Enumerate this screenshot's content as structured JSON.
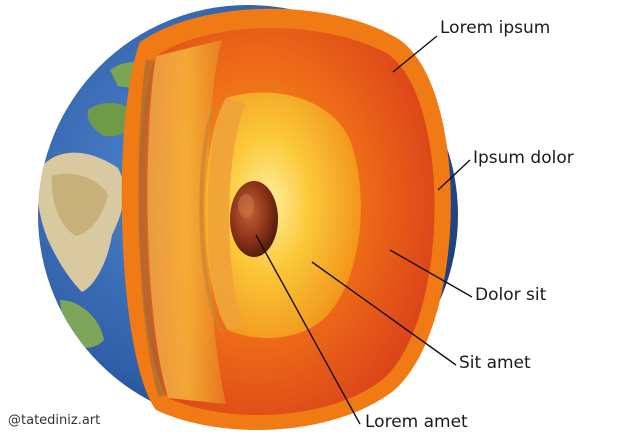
{
  "diagram": {
    "labels": [
      {
        "id": "crust",
        "text": "Lorem ipsum"
      },
      {
        "id": "upper-mantle",
        "text": "Ipsum dolor"
      },
      {
        "id": "lower-mantle",
        "text": "Dolor sit"
      },
      {
        "id": "outer-core",
        "text": "Sit amet"
      },
      {
        "id": "inner-core",
        "text": "Lorem amet"
      }
    ],
    "credit": "@tatediniz.art"
  },
  "colors": {
    "ocean": "#2f5fa8",
    "land": "#d8c9a0",
    "crust_rim": "#f07a14",
    "mantle": "#e8501a",
    "outer_core": "#f6b51e",
    "inner_core": "#7a2a12",
    "leader_line": "#111111"
  }
}
